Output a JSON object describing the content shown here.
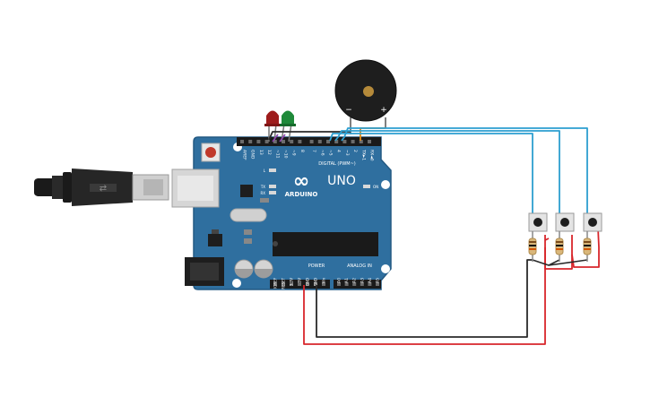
{
  "board": {
    "brand": "ARDUINO",
    "model": "UNO",
    "logo_symbol": "∞",
    "header_digital_label": "DIGITAL (PWM~)",
    "header_analog_label": "ANALOG IN",
    "header_power_label": "POWER",
    "on_label": "ON",
    "led_l_label": "L",
    "led_tx_label": "TX",
    "led_rx_label": "RX",
    "top_pin_labels": [
      "AREF",
      "GND",
      "13",
      "12",
      "~11",
      "~10",
      "~9",
      "8",
      "7",
      "~6",
      "~5",
      "4",
      "~3",
      "2",
      "TX►1",
      "RX◄0"
    ],
    "power_pin_labels": [
      "IOREF",
      "RESET",
      "3.3V",
      "5V",
      "GND",
      "GND",
      "Vin"
    ],
    "analog_pin_labels": [
      "A0",
      "A1",
      "A2",
      "A3",
      "A4",
      "A5"
    ]
  },
  "buzzer": {
    "minus_label": "−",
    "plus_label": "+"
  },
  "colors": {
    "board": "#2f6f9f",
    "wire_blue": "#2d9fd0",
    "wire_red": "#d8262b",
    "wire_black": "#2a2a2a",
    "wire_orange": "#e08a16",
    "led_red": "#9e1c1c",
    "led_green": "#1f8a3a"
  }
}
